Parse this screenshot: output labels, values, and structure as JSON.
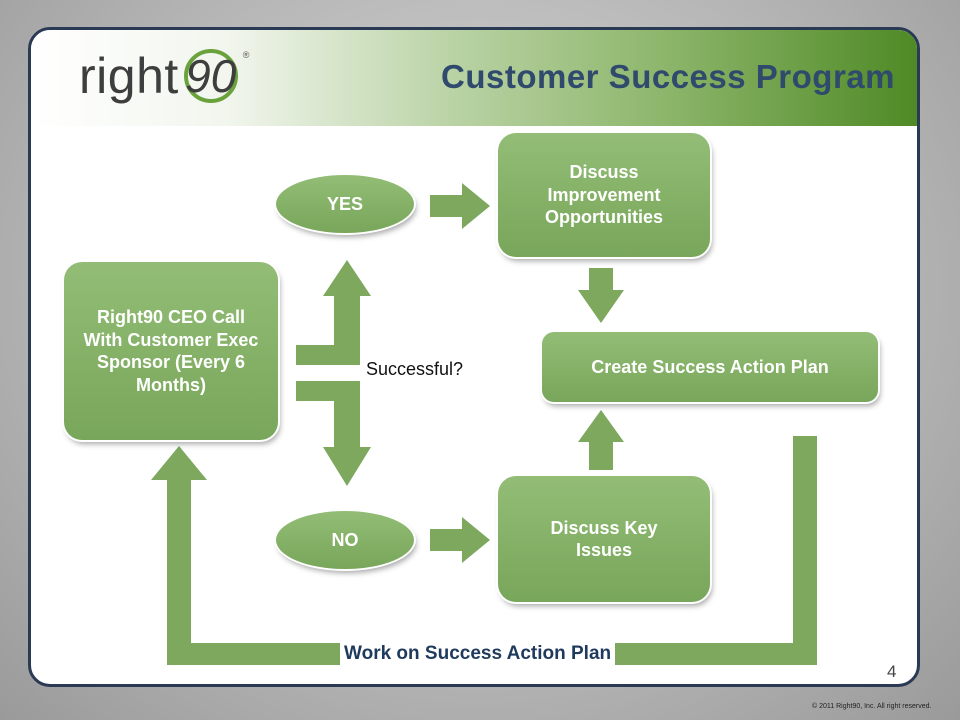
{
  "brand": {
    "logo_text": "right",
    "logo_number": "90",
    "registered_mark": "®"
  },
  "header": {
    "title": "Customer Success Program"
  },
  "diagram": {
    "ceo_call": "Right90 CEO Call With Customer Exec Sponsor (Every 6 Months)",
    "yes_label": "YES",
    "no_label": "NO",
    "successful_label": "Successful?",
    "improvement_box": "Discuss Improvement Opportunities",
    "action_plan_box": "Create Success Action Plan",
    "key_issues_box": "Discuss Key Issues",
    "work_label": "Work on Success Action Plan"
  },
  "footer": {
    "page_number": "4",
    "copyright": "© 2011 Right90, Inc. All right reserved."
  },
  "colors": {
    "box_green": "#84b066",
    "arrow_green": "#7da85e",
    "title_blue": "#2f4a6c",
    "frame_navy": "#2a3a54"
  }
}
